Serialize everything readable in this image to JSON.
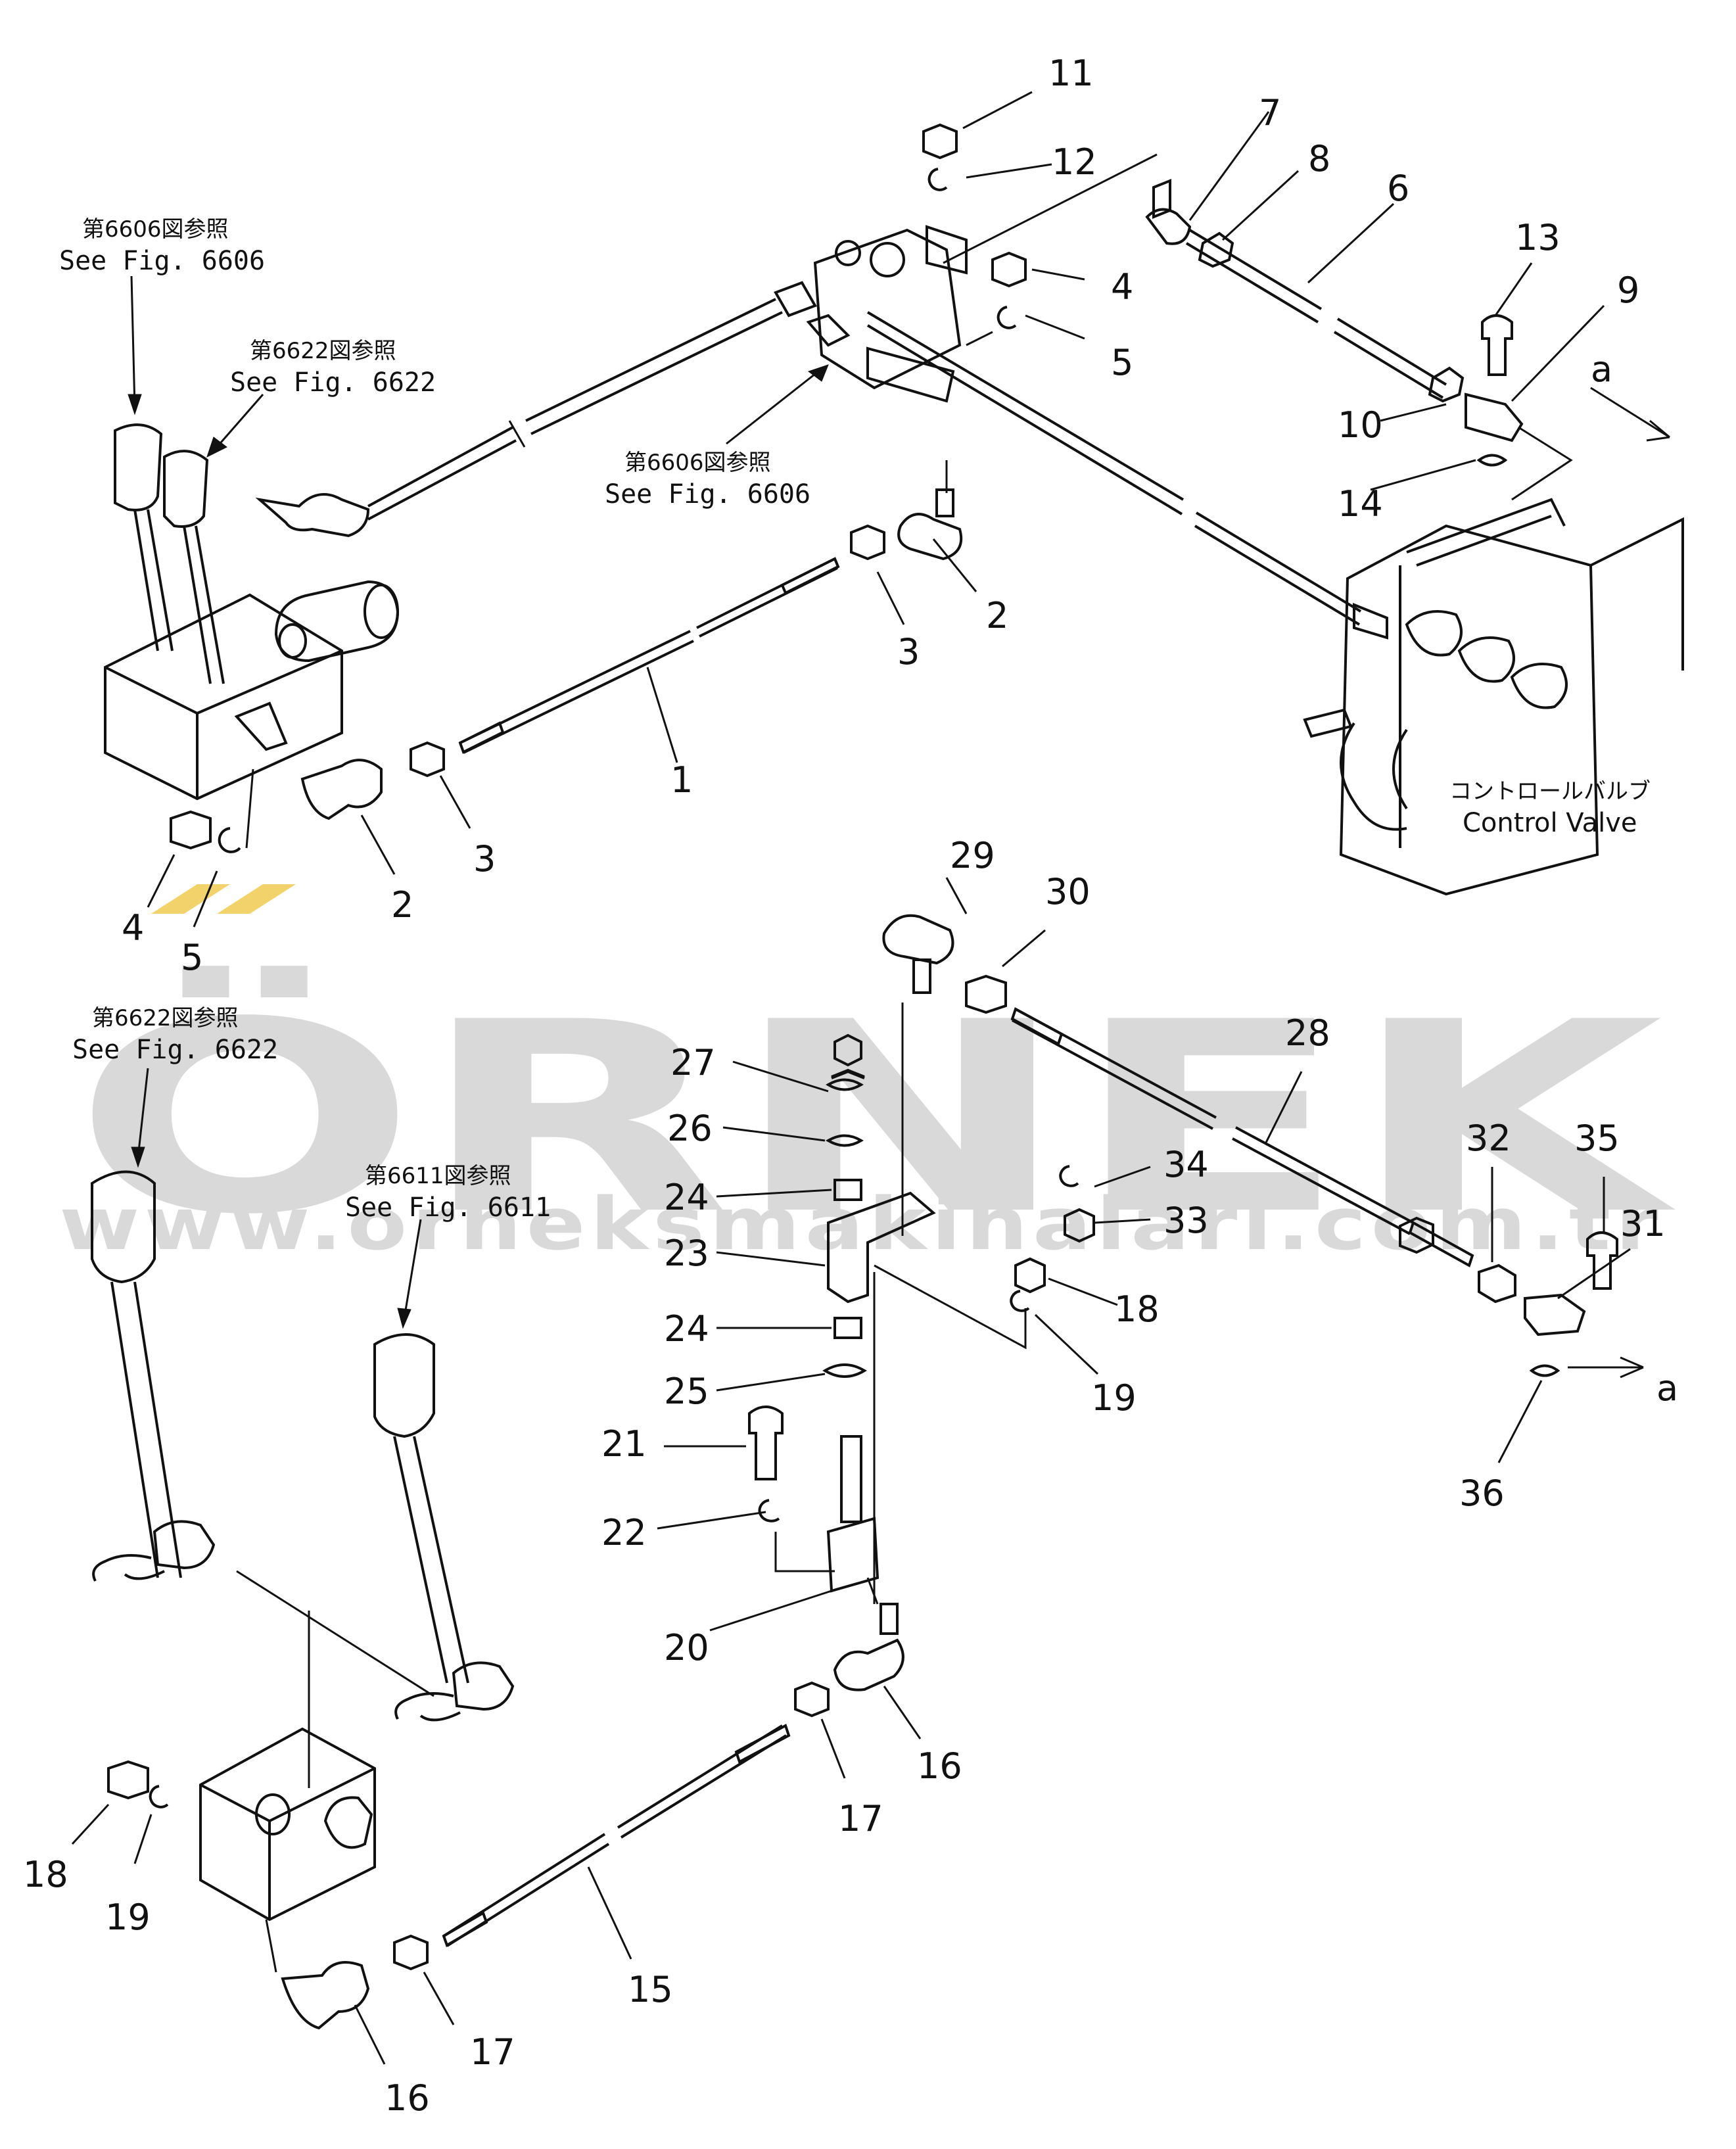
{
  "watermark": {
    "brand": "ÖRNEK",
    "url": "www.orneksmakinalari.com.tr",
    "color": "#d9d9d9",
    "accent": "#f2d36b"
  },
  "references": {
    "r1": {
      "jp": "第6606図参照",
      "en": "See Fig. 6606"
    },
    "r2": {
      "jp": "第6622図参照",
      "en": "See Fig. 6622"
    },
    "r3": {
      "jp": "第6606図参照",
      "en": "See Fig. 6606"
    },
    "r4": {
      "jp": "第6622図参照",
      "en": "See Fig. 6622"
    },
    "r5": {
      "jp": "第6611図参照",
      "en": "See Fig. 6611"
    }
  },
  "control_valve": {
    "jp": "コントロールバルブ",
    "en": "Control Valve"
  },
  "view_marker": "a",
  "callouts": [
    "1",
    "2",
    "3",
    "4",
    "5",
    "6",
    "7",
    "8",
    "9",
    "10",
    "11",
    "12",
    "13",
    "14",
    "15",
    "16",
    "17",
    "18",
    "19",
    "20",
    "21",
    "22",
    "23",
    "24",
    "25",
    "26",
    "27",
    "28",
    "29",
    "30",
    "31",
    "32",
    "33",
    "34",
    "35",
    "36"
  ]
}
